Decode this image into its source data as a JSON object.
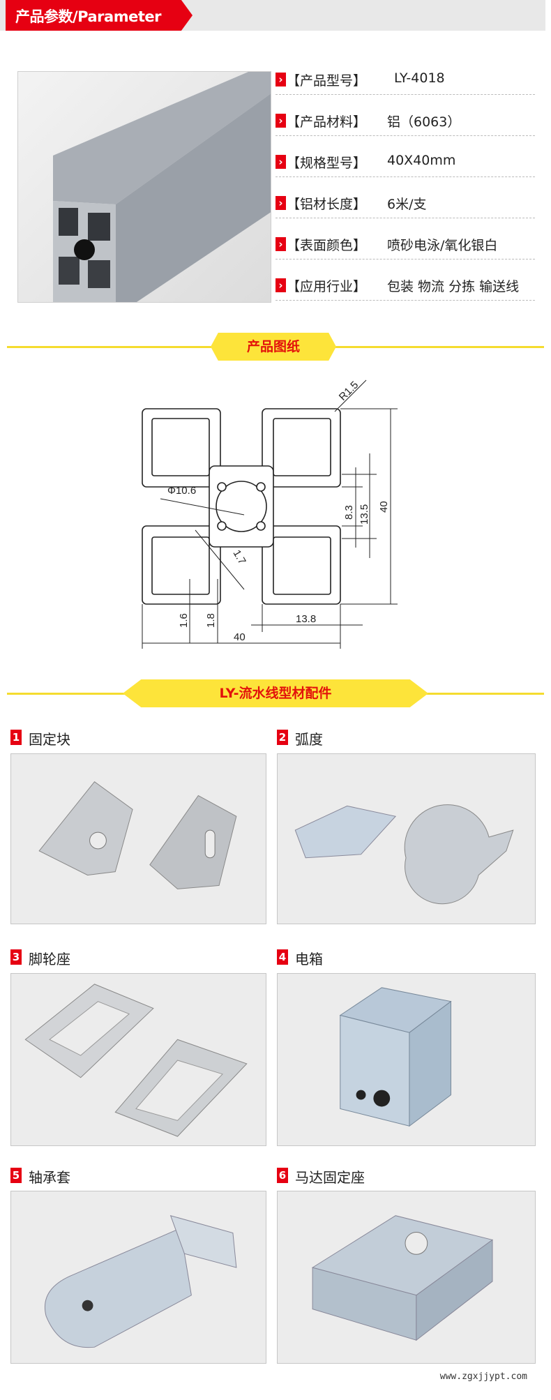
{
  "header": {
    "title": "产品参数/Parameter"
  },
  "specs": [
    {
      "label": "【产品型号】",
      "value": "LY-4018"
    },
    {
      "label": "【产品材料】",
      "value": "铝（6063）"
    },
    {
      "label": "【规格型号】",
      "value": "40X40mm"
    },
    {
      "label": "【铝材长度】",
      "value": "6米/支"
    },
    {
      "label": "【表面颜色】",
      "value": "喷砂电泳/氧化银白"
    },
    {
      "label": "【应用行业】",
      "value": "包装 物流 分拣 输送线"
    }
  ],
  "drawing": {
    "banner": "产品图纸",
    "dims": {
      "r": "R1.5",
      "phi": "Φ10.6",
      "slot": "8.3",
      "inner": "13.5",
      "height": "40",
      "web": "1.7",
      "wall1": "1.6",
      "wall2": "1.8",
      "cell": "13.8",
      "width": "40"
    }
  },
  "accessories": {
    "banner": "LY-流水线型材配件",
    "items": [
      {
        "num": "1",
        "name": "固定块"
      },
      {
        "num": "2",
        "name": "弧度"
      },
      {
        "num": "3",
        "name": "脚轮座"
      },
      {
        "num": "4",
        "name": "电箱"
      },
      {
        "num": "5",
        "name": "轴承套"
      },
      {
        "num": "6",
        "name": "马达固定座"
      }
    ]
  },
  "watermark": "www.zgxjjypt.com"
}
